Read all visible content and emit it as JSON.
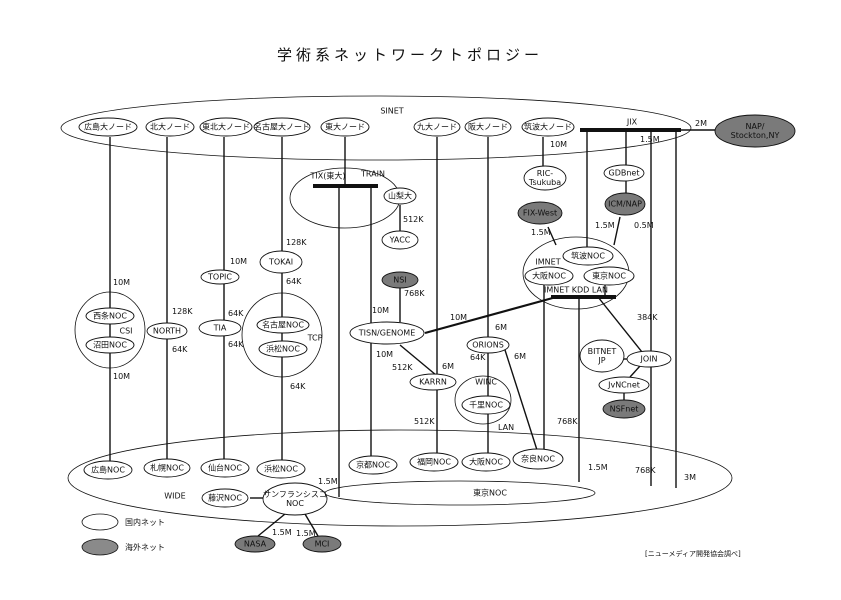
{
  "title": "学術系ネットワークトポロジー",
  "networks": {
    "sinet": "SINET",
    "wide": "WIDE",
    "train": "TRAIN",
    "csi": "CSI",
    "tcp": "TCP",
    "imnet": "IMNET",
    "winc": "WINC",
    "jix": "JIX",
    "tix": "TIX(東大)",
    "imnet_lan": "IMNET KDD LAN",
    "tokyo_noc": "東京NOC"
  },
  "nodes": {
    "hiroshima_u": {
      "label": "広島大ノード",
      "foreign": false
    },
    "hokudai": {
      "label": "北大ノード",
      "foreign": false
    },
    "tohoku_u": {
      "label": "東北大ノード",
      "foreign": false
    },
    "nagoya_u": {
      "label": "名古屋大ノード",
      "foreign": false
    },
    "todai": {
      "label": "東大ノード",
      "foreign": false
    },
    "kyudai": {
      "label": "九大ノード",
      "foreign": false
    },
    "handai": {
      "label": "阪大ノード",
      "foreign": false
    },
    "tsukuba_u": {
      "label": "筑波大ノード",
      "foreign": false
    },
    "nap": {
      "label": "NAP/ Stockton,NY",
      "foreign": true
    },
    "yamanashi": {
      "label": "山梨大",
      "foreign": false
    },
    "yacc": {
      "label": "YACC",
      "foreign": false
    },
    "ric": {
      "label": "RIC- Tsukuba",
      "foreign": false
    },
    "gdbnet": {
      "label": "GDBnet",
      "foreign": false
    },
    "icmnap": {
      "label": "ICM/NAP",
      "foreign": true
    },
    "fixwest": {
      "label": "FIX-West",
      "foreign": true
    },
    "tsukuba_noc": {
      "label": "筑波NOC",
      "foreign": false
    },
    "osaka_noc_im": {
      "label": "大阪NOC",
      "foreign": false
    },
    "tokyo_noc_im": {
      "label": "東京NOC",
      "foreign": false
    },
    "nsi": {
      "label": "NSI",
      "foreign": true
    },
    "tisn": {
      "label": "TISN/GENOME",
      "foreign": false
    },
    "topic": {
      "label": "TOPIC",
      "foreign": false
    },
    "tokai": {
      "label": "TOKAI",
      "foreign": false
    },
    "saijo": {
      "label": "西条NOC",
      "foreign": false
    },
    "numata": {
      "label": "沼田NOC",
      "foreign": false
    },
    "north": {
      "label": "NORTH",
      "foreign": false
    },
    "tia": {
      "label": "TIA",
      "foreign": false
    },
    "nagoya_noc": {
      "label": "名古屋NOC",
      "foreign": false
    },
    "hamamatsu_noc_tcp": {
      "label": "浜松NOC",
      "foreign": false
    },
    "karrn": {
      "label": "KARRN",
      "foreign": false
    },
    "orions": {
      "label": "ORIONS",
      "foreign": false
    },
    "senri": {
      "label": "千里NOC",
      "foreign": false
    },
    "bitnet": {
      "label": "BITNET JP",
      "foreign": false
    },
    "join": {
      "label": "JOIN",
      "foreign": false
    },
    "jvnc": {
      "label": "JvNCnet",
      "foreign": false
    },
    "nsfnet": {
      "label": "NSFnet",
      "foreign": true
    },
    "hiroshima_noc": {
      "label": "広島NOC",
      "foreign": false
    },
    "sapporo_noc": {
      "label": "札幌NOC",
      "foreign": false
    },
    "sendai_noc": {
      "label": "仙台NOC",
      "foreign": false
    },
    "hamamatsu_noc": {
      "label": "浜松NOC",
      "foreign": false
    },
    "kyoto_noc": {
      "label": "京都NOC",
      "foreign": false
    },
    "fukuoka_noc": {
      "label": "福岡NOC",
      "foreign": false
    },
    "osaka_noc": {
      "label": "大阪NOC",
      "foreign": false
    },
    "nara_noc": {
      "label": "奈良NOC",
      "foreign": false
    },
    "fujisawa_noc": {
      "label": "藤沢NOC",
      "foreign": false
    },
    "sf_noc": {
      "label": "サンフランシスコ NOC",
      "foreign": false
    },
    "nasa": {
      "label": "NASA",
      "foreign": true
    },
    "mci": {
      "label": "MCI",
      "foreign": true
    }
  },
  "link_labels": [
    "10M",
    "10M",
    "128K",
    "64K",
    "10M",
    "64K",
    "64K",
    "128K",
    "64K",
    "64K",
    "512K",
    "768K",
    "10M",
    "10M",
    "6M",
    "512K",
    "512K",
    "10M",
    "6M",
    "64K",
    "6M",
    "LAN",
    "10M",
    "1.5M",
    "1.5M",
    "0.5M",
    "1.5M",
    "2M",
    "768K",
    "1.5M",
    "384K",
    "768K",
    "3M",
    "1.5M",
    "1.5M",
    "1.5M"
  ],
  "legend": {
    "domestic": "国内ネット",
    "foreign": "海外ネット"
  },
  "source": "[ニューメディア開発協会調べ]",
  "colors": {
    "foreign_fill": "#7a7a7a",
    "domestic_fill": "#ffffff",
    "line": "#111111"
  }
}
